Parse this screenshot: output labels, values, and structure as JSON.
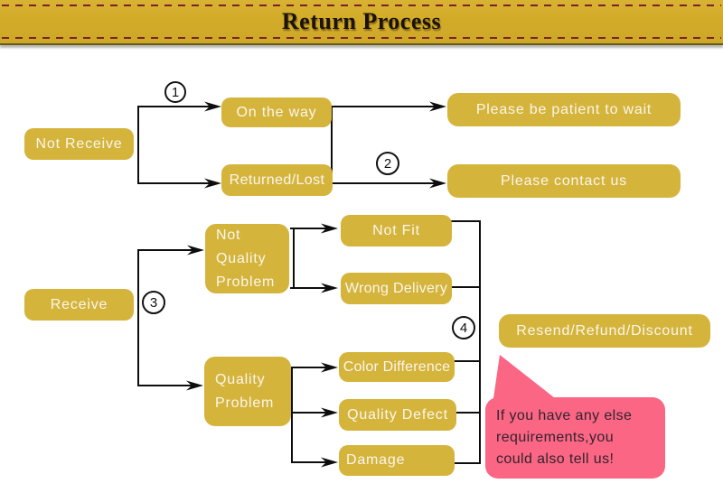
{
  "header": {
    "title": "Return Process"
  },
  "nodes": {
    "not_receive": "Not Receive",
    "on_the_way": "On the way",
    "returned_lost": "Returned/Lost",
    "please_wait": "Please be patient to wait",
    "please_contact": "Please contact us",
    "receive": "Receive",
    "not_quality_problem": "Not Quality Problem",
    "not_fit": "Not Fit",
    "wrong_delivery": "Wrong Delivery",
    "quality_problem": "Quality Problem",
    "color_difference": "Color Difference",
    "quality_defect": "Quality Defect",
    "damage": "Damage",
    "resend": "Resend/Refund/Discount"
  },
  "markers": [
    "1",
    "2",
    "3",
    "4"
  ],
  "bubble": {
    "lines": [
      "If you have any else",
      "requirements,you",
      "could also tell us!"
    ]
  },
  "colors": {
    "header_gold": "#d2ac28",
    "box_gold": "#d5b43c",
    "box_text": "#faf6ec",
    "dash_red": "#7d2029",
    "line_black": "#0d0d0d",
    "bubble_pink": "#fa6684",
    "bubble_text": "#33232e"
  }
}
